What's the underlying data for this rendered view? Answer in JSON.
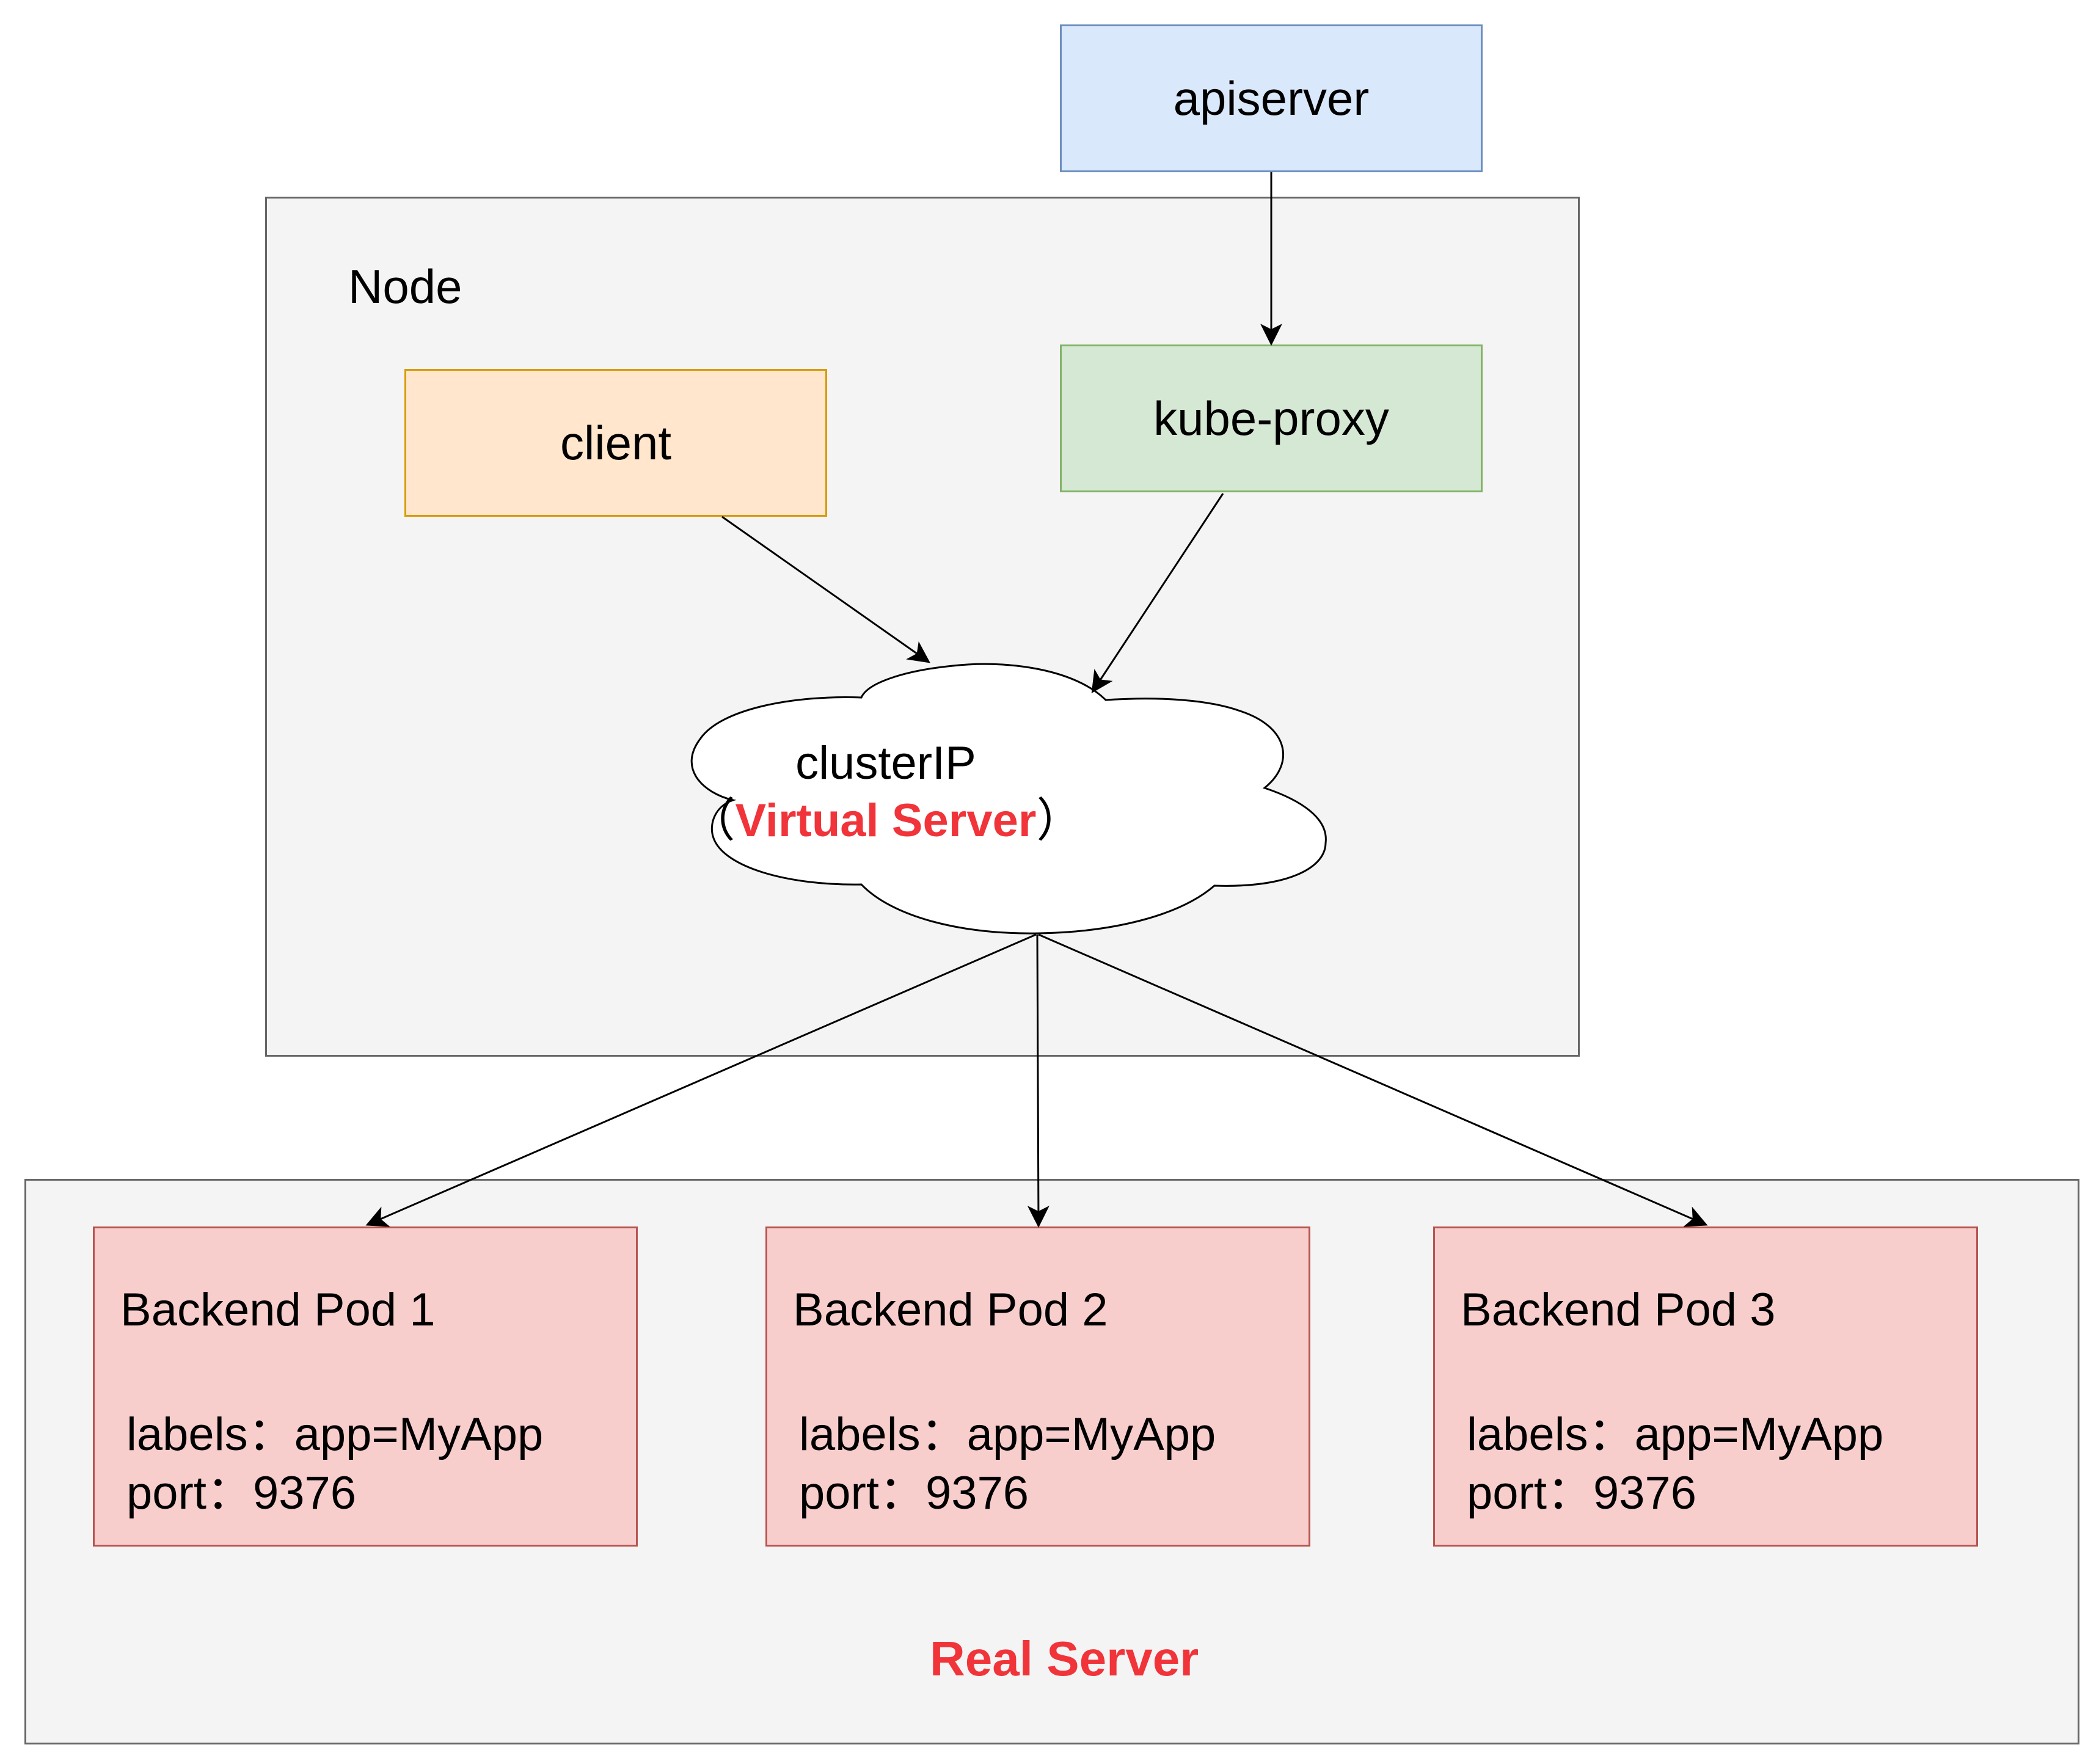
{
  "apiserver": {
    "label": "apiserver"
  },
  "node": {
    "label": "Node",
    "client": {
      "label": "client"
    },
    "kube_proxy": {
      "label": "kube-proxy"
    },
    "cluster_ip": {
      "label": "clusterIP",
      "open_paren": "（",
      "virtual_server": "Virtual Server",
      "close_paren": "）"
    }
  },
  "real_server": {
    "label": "Real Server",
    "pods": [
      {
        "title": "Backend Pod 1",
        "labels": "labels：app=MyApp",
        "port": "port：9376"
      },
      {
        "title": "Backend Pod 2",
        "labels": "labels：app=MyApp",
        "port": "port：9376"
      },
      {
        "title": "Backend Pod 3",
        "labels": "labels：app=MyApp",
        "port": "port：9376"
      }
    ]
  },
  "colors": {
    "accent_red": "#f0343a",
    "apiserver_fill": "#dae8fc",
    "kube_proxy_fill": "#d5e8d4",
    "client_fill": "#ffe6cc",
    "pod_fill": "#f8cecc",
    "container_fill": "#f4f4f4"
  }
}
